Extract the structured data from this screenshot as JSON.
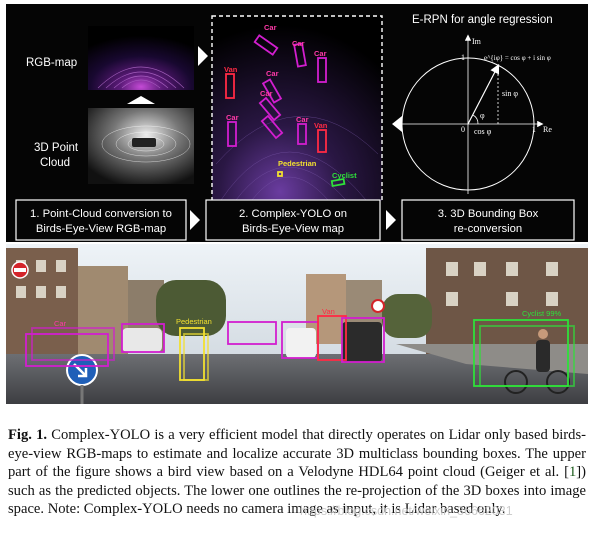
{
  "top_panel": {
    "rgb_map_label": "RGB-map",
    "point_cloud_label": [
      "3D Point",
      "Cloud"
    ],
    "erpn_title": "E-RPN for angle regression",
    "detections": [
      "Car",
      "Car",
      "Car",
      "Van",
      "Car",
      "Car",
      "Car",
      "Car",
      "Van",
      "Pedestrian",
      "Cyclist"
    ],
    "steps": [
      [
        "1. Point-Cloud conversion to",
        "Birds-Eye-View RGB-map"
      ],
      [
        "2. Complex-YOLO on",
        "Birds-Eye-View map"
      ],
      [
        "3. 3D Bounding Box",
        "re-conversion"
      ]
    ],
    "circle_labels": {
      "im": "Im",
      "re": "Re",
      "one": "1",
      "zero": "0",
      "phi": "φ",
      "formula": "e^{iφ} = cos φ + i sin φ",
      "sin": "sin φ",
      "cos": "cos φ"
    },
    "colors": {
      "car": "#d21ecf",
      "van": "#ff2a44",
      "pedestrian": "#f2e030",
      "cyclist": "#2fe03a",
      "box_border": "#ffffff",
      "panel_bg": "#050505"
    }
  },
  "bottom_panel": {
    "labels": [
      "Car",
      "Van",
      "Pedestrian",
      "Cyclist 99%"
    ]
  },
  "caption": {
    "label": "Fig. 1.",
    "parts": [
      "Complex-YOLO is a very efficient model that directly operates on Lidar only based birds-eye-view RGB-maps to estimate and localize accurate 3D multiclass bounding boxes. The upper part of the figure shows a bird view based on a Velodyne HDL64 point cloud (Geiger et al. [",
      "1",
      "]) such as the predicted objects. The lower one outlines the re-projection of the 3D boxes into image space. Note: Complex-YOLO needs no camera image as input, it is Lidar based only."
    ]
  },
  "watermark": "https://blog.csdn.net/weixin_36662031"
}
